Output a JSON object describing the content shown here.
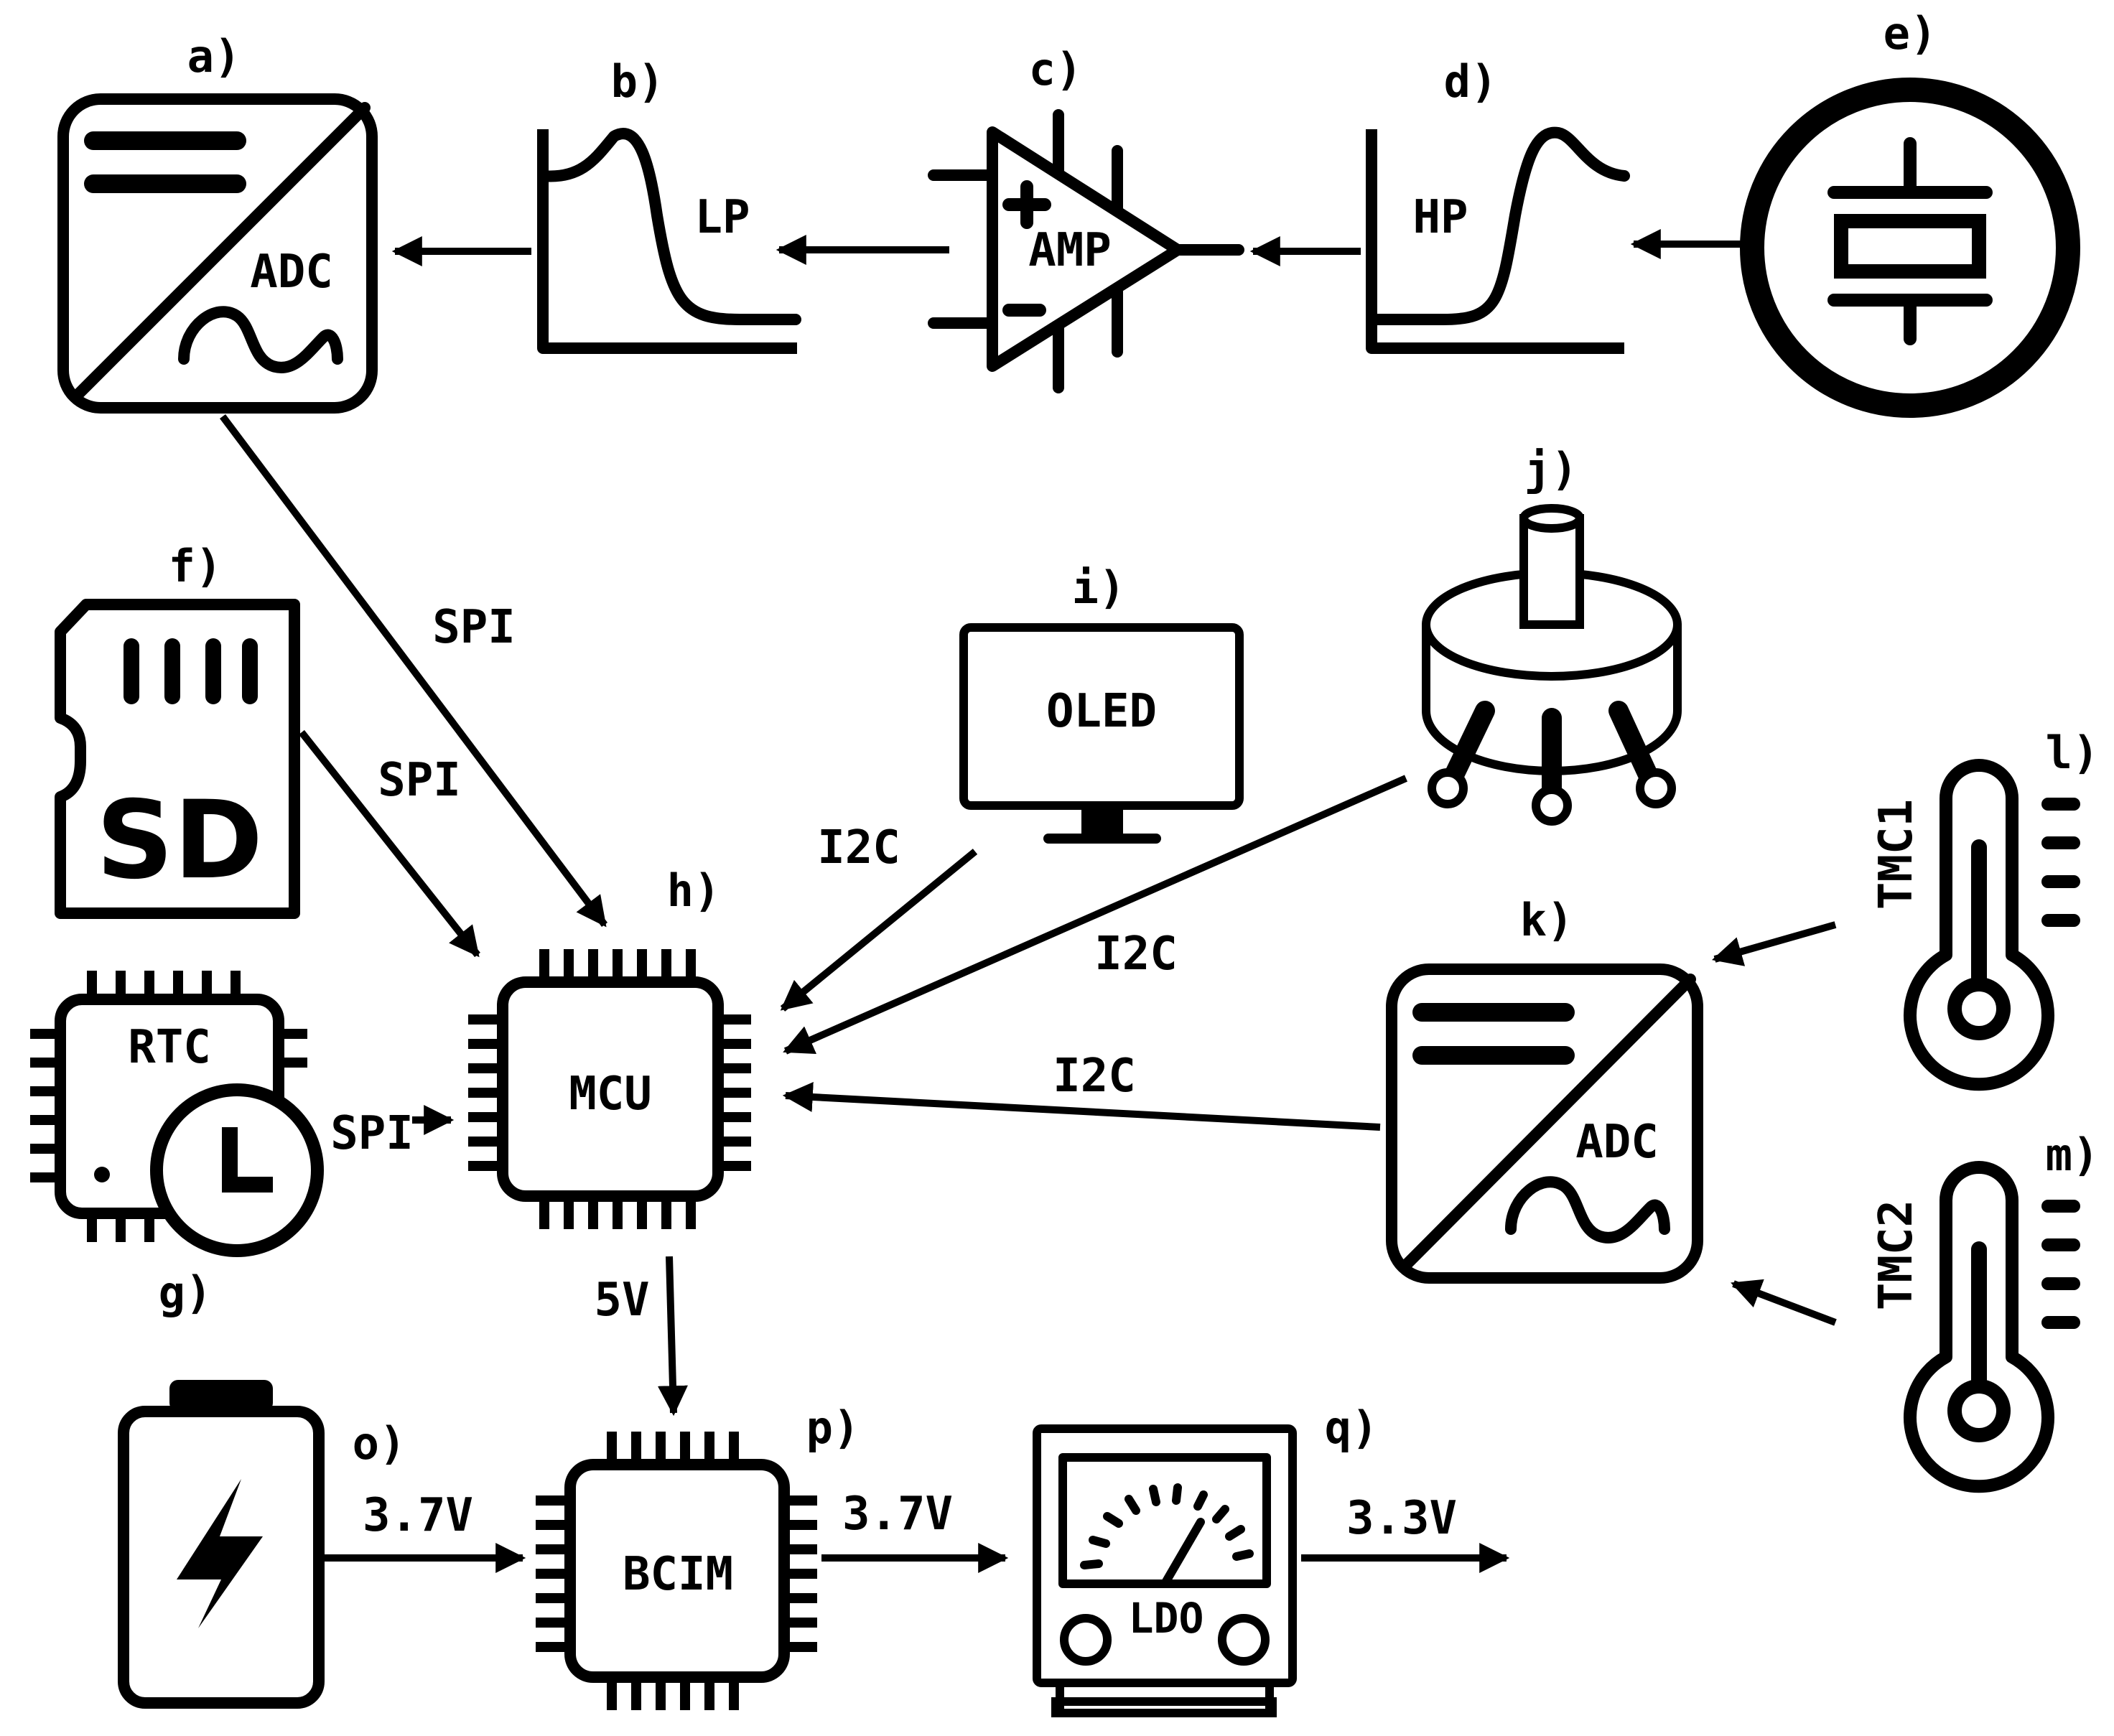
{
  "components": {
    "adc_top": {
      "letter": "a)",
      "label": "ADC"
    },
    "lowpass": {
      "letter": "b)",
      "label": "LP"
    },
    "amp": {
      "letter": "c)",
      "label": "AMP"
    },
    "highpass": {
      "letter": "d)",
      "label": "HP"
    },
    "crystal": {
      "letter": "e)"
    },
    "sd_card": {
      "letter": "f)",
      "label": "SD"
    },
    "rtc": {
      "letter": "g)",
      "label": "RTC"
    },
    "mcu": {
      "letter": "h)",
      "label": "MCU"
    },
    "oled": {
      "letter": "i)",
      "label": "OLED"
    },
    "potentiometer": {
      "letter": "j)"
    },
    "adc_right": {
      "letter": "k)",
      "label": "ADC"
    },
    "tmc1": {
      "letter": "l)",
      "label": "TMC1"
    },
    "tmc2": {
      "letter": "m)",
      "label": "TMC2"
    },
    "battery": {
      "letter": "o)"
    },
    "bcim": {
      "letter": "p)",
      "label": "BCIM"
    },
    "ldo": {
      "letter": "q)",
      "label": "LDO"
    }
  },
  "connections": {
    "adc_to_mcu": "SPI",
    "sd_to_mcu": "SPI",
    "rtc_to_mcu": "SPI",
    "oled_to_mcu": "I2C",
    "pot_to_mcu": "I2C",
    "adc_right_to_mcu": "I2C",
    "mcu_to_bcim": "5V",
    "battery_to_bcim": "3.7V",
    "bcim_to_ldo": "3.7V",
    "ldo_out": "3.3V"
  }
}
